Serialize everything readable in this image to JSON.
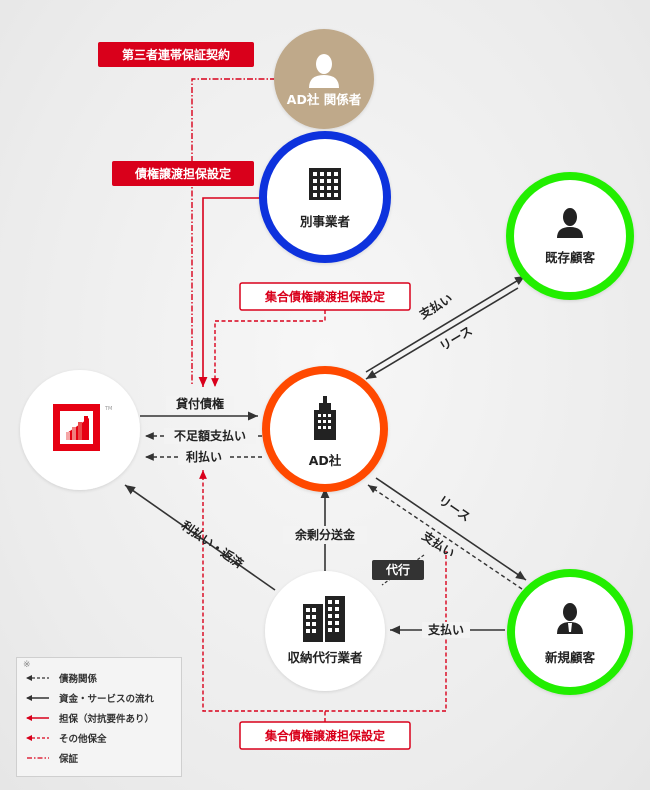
{
  "nodes": {
    "ad_related": "AD社 関係者",
    "other_business": "別事業者",
    "existing_customer": "既存顧客",
    "ad_company": "AD社",
    "collection_agent": "収納代行業者",
    "new_customer": "新規顧客"
  },
  "tags": {
    "third_party_guarantee": "第三者連帯保証契約",
    "claim_transfer_security": "債権譲渡担保設定",
    "collective_claim_security_top": "集合債権譲渡担保設定",
    "collective_claim_security_bottom": "集合債権譲渡担保設定",
    "proxy": "代行"
  },
  "edges": {
    "loan_claim": "貸付債権",
    "shortfall_payment": "不足額支払い",
    "interest_payment": "利払い",
    "interest_repayment": "利払い・返済",
    "surplus_remittance": "余剰分送金",
    "payment_existing": "支払い",
    "lease_existing": "リース",
    "lease_new": "リース",
    "payment_new": "支払い",
    "payment_collection": "支払い"
  },
  "legend": {
    "mark": "※",
    "items": [
      {
        "label": "債務関係",
        "style": "dashed-dark"
      },
      {
        "label": "資金・サービスの流れ",
        "style": "solid-dark"
      },
      {
        "label": "担保（対抗要件あり）",
        "style": "solid-red"
      },
      {
        "label": "その他保全",
        "style": "dashed-red"
      },
      {
        "label": "保証",
        "style": "dashdot-red"
      }
    ]
  },
  "colors": {
    "red": "#d9001b",
    "dark": "#333333",
    "blue": "#1133dd",
    "green": "#22ee00",
    "orange": "#ff4a00",
    "gold": "#bfa98a"
  }
}
